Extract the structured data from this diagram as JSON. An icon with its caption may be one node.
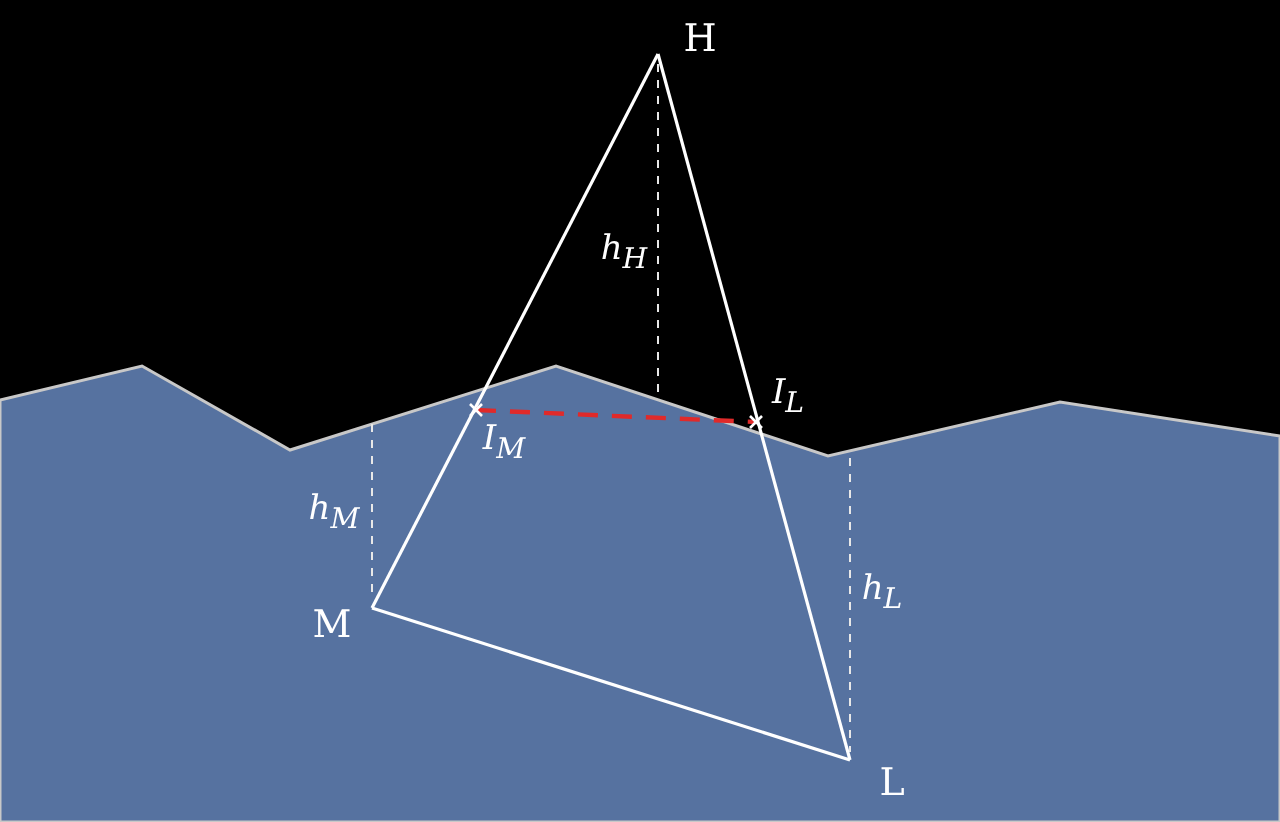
{
  "diagram": {
    "nodes": [
      {
        "text": [
          "H"
        ]
      },
      {
        "text": [
          "M"
        ]
      },
      {
        "text": [
          "L"
        ]
      },
      {
        "text": [
          "I$_{M}$"
        ]
      },
      {
        "text": [
          "I$_{L}$"
        ]
      }
    ],
    "edges": [
      {
        "from": 0,
        "to": 1,
        "arrow": "none"
      },
      {
        "from": 0,
        "to": 2,
        "arrow": "none"
      },
      {
        "from": 1,
        "to": 2,
        "arrow": "none"
      },
      {
        "from": 3,
        "to": 4,
        "arrow": "none",
        "style": "dashed",
        "color": "#e02a2a"
      }
    ],
    "labels": [
      "h$_{H}$",
      "h$_{M}$",
      "h$_{L}$"
    ]
  }
}
